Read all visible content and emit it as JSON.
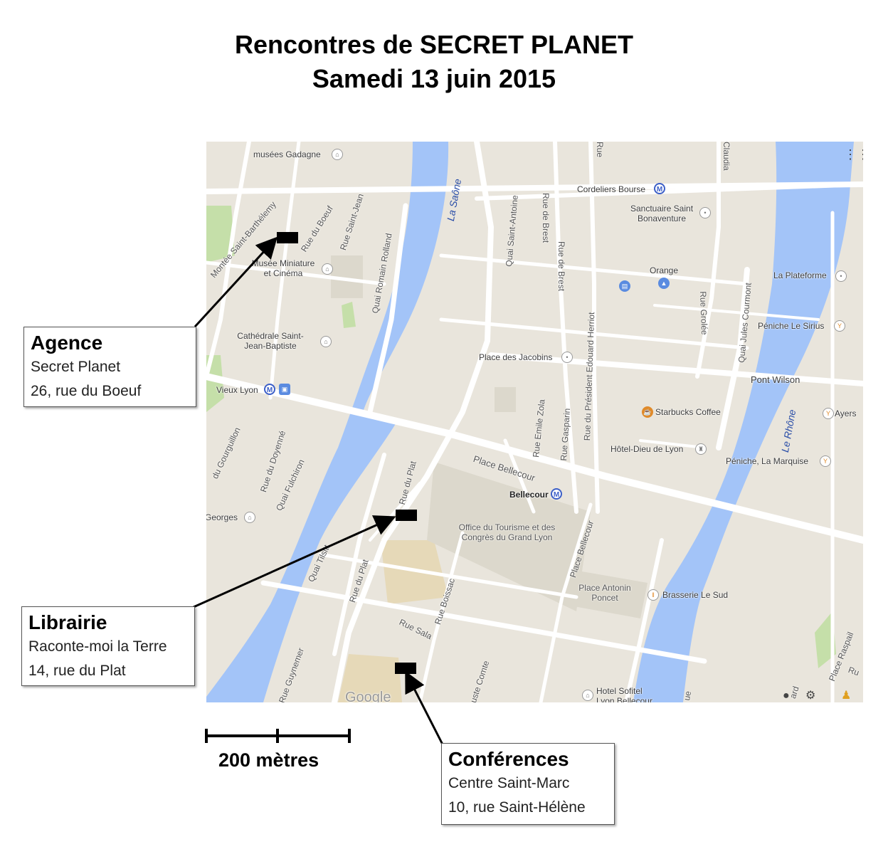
{
  "header": {
    "title_line1": "Rencontres de SECRET PLANET",
    "title_line2": "Samedi 13 juin 2015"
  },
  "colors": {
    "water": "#a3c4f8",
    "land": "#e9e5dc",
    "road": "#ffffff",
    "park": "#c5dfa9",
    "marker": "#000000"
  },
  "map": {
    "places": [
      {
        "name": "musées Gadagne",
        "icon": "museum-icon"
      },
      {
        "name": "Musée Miniature et Cinéma",
        "icon": "museum-icon"
      },
      {
        "name": "Cathédrale Saint-Jean-Baptiste",
        "icon": "church-icon"
      },
      {
        "name": "Vieux Lyon",
        "icon": "metro-icon"
      },
      {
        "name": "Cordeliers Bourse",
        "icon": "metro-icon"
      },
      {
        "name": "Sanctuaire Saint Bonaventure",
        "icon": "church-icon"
      },
      {
        "name": "Orange",
        "icon": "shop-icon"
      },
      {
        "name": "La Plateforme",
        "icon": "poi-icon"
      },
      {
        "name": "Péniche Le Sirius",
        "icon": "bar-icon"
      },
      {
        "name": "Place des Jacobins",
        "icon": "poi-icon"
      },
      {
        "name": "Pont Wilson",
        "icon": ""
      },
      {
        "name": "Starbucks Coffee",
        "icon": "cafe-icon"
      },
      {
        "name": "Ayers",
        "icon": "bar-icon"
      },
      {
        "name": "Hôtel-Dieu de Lyon",
        "icon": "monument-icon"
      },
      {
        "name": "Péniche, La Marquise",
        "icon": "bar-icon"
      },
      {
        "name": "Bellecour",
        "icon": "metro-icon"
      },
      {
        "name": "Office du Tourisme et des Congrès du Grand Lyon",
        "icon": ""
      },
      {
        "name": "Place Antonin Poncet",
        "icon": ""
      },
      {
        "name": "Brasserie Le Sud",
        "icon": "restaurant-icon"
      },
      {
        "name": "Hotel Sofitel Lyon Bellecour",
        "icon": "hotel-icon"
      },
      {
        "name": "Georges",
        "icon": "church-icon"
      }
    ],
    "streets": {
      "montee": "Montée Saint-Barthélemy",
      "boeuf": "Rue du Boeuf",
      "stjean": "Rue Saint-Jean",
      "romain": "Quai Romain Rolland",
      "saone": "La Saône",
      "qstantoine": "Quai Saint-Antoine",
      "brest1": "Rue de Brest",
      "brest2": "Rue de Brest",
      "claudia": "Claudia",
      "rue_top": "Rue",
      "herriot": "Rue du Président Edouard Herriot",
      "grolee": "Rue Grolée",
      "courmont": "Quai Jules Courmont",
      "rhone": "Le Rhône",
      "zola": "Rue Emile Zola",
      "gasparin": "Rue Gasparin",
      "pbellecour": "Place Bellecour",
      "rplat1": "Rue du Plat",
      "rplat2": "Rue du Plat",
      "qtilsitt": "Quai Tilsitt",
      "fulchiron": "Quai Fulchiron",
      "doyenne": "Rue du Doyenné",
      "gourguillon": "du Gourguillon",
      "rbellecour": "Place Bellecour",
      "boissac": "Rue Boissac",
      "sala": "Rue Sala",
      "guynemer": "Rue Guynemer",
      "comte": "uste Comte",
      "raspail": "Place Raspail",
      "ard": "ard",
      "ru": "Ru",
      "ue": "ue",
      "google": "Google"
    }
  },
  "callouts": {
    "agence": {
      "title": "Agence",
      "line1": "Secret Planet",
      "line2": "26, rue du Boeuf"
    },
    "librairie": {
      "title": "Librairie",
      "line1": "Raconte-moi la Terre",
      "line2": "14, rue du Plat"
    },
    "conferences": {
      "title": "Conférences",
      "line1": "Centre Saint-Marc",
      "line2": "10, rue Saint-Hélène"
    }
  },
  "scale": {
    "label": "200 mètres"
  }
}
